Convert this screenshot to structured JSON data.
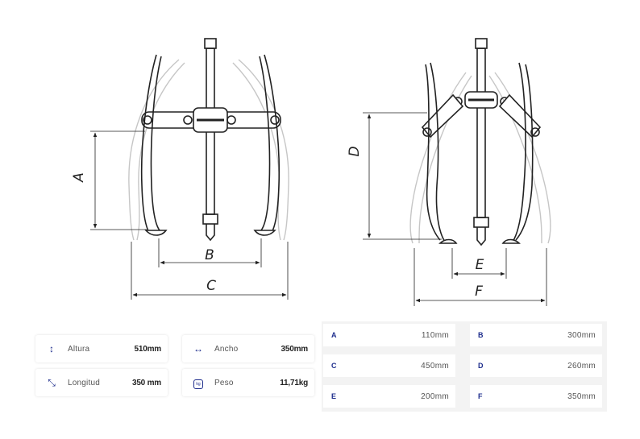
{
  "drawing_left": {
    "labels": {
      "a": "A",
      "b": "B",
      "c": "C"
    }
  },
  "drawing_right": {
    "labels": {
      "d": "D",
      "e": "E",
      "f": "F"
    }
  },
  "specs": [
    {
      "icon": "height-arrows-icon",
      "label": "Altura",
      "value": "510mm"
    },
    {
      "icon": "width-arrows-icon",
      "label": "Ancho",
      "value": "350mm"
    },
    {
      "icon": "length-arrows-icon",
      "label": "Longitud",
      "value": "350 mm"
    },
    {
      "icon": "weight-scale-icon",
      "label": "Peso",
      "value": "11,71kg"
    }
  ],
  "dimensions": [
    {
      "key": "A",
      "value": "110mm"
    },
    {
      "key": "B",
      "value": "300mm"
    },
    {
      "key": "C",
      "value": "450mm"
    },
    {
      "key": "D",
      "value": "260mm"
    },
    {
      "key": "E",
      "value": "200mm"
    },
    {
      "key": "F",
      "value": "350mm"
    }
  ],
  "colors": {
    "accent": "#1e2d8c",
    "line": "#222222",
    "ghost": "#c4c4c4"
  }
}
